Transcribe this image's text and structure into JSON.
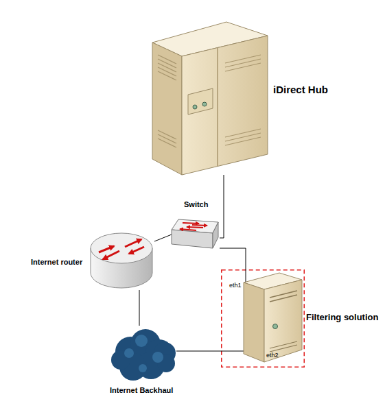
{
  "diagram": {
    "nodes": [
      {
        "text": [
          "iDirect Hub"
        ]
      },
      {
        "text": [
          "Switch"
        ]
      },
      {
        "text": [
          "Internet router"
        ]
      },
      {
        "text": [
          "Filtering solution"
        ]
      },
      {
        "text": [
          "Internet Backhaul"
        ]
      }
    ],
    "edges": [
      {
        "from": 0,
        "to": 1,
        "arrow": "none"
      },
      {
        "from": 1,
        "to": 2,
        "arrow": "none"
      },
      {
        "from": 1,
        "to": 3,
        "arrow": "none"
      },
      {
        "from": 2,
        "to": 4,
        "arrow": "none"
      },
      {
        "from": 4,
        "to": 3,
        "arrow": "none"
      }
    ],
    "labels": [
      "eth1",
      "eth2"
    ]
  }
}
